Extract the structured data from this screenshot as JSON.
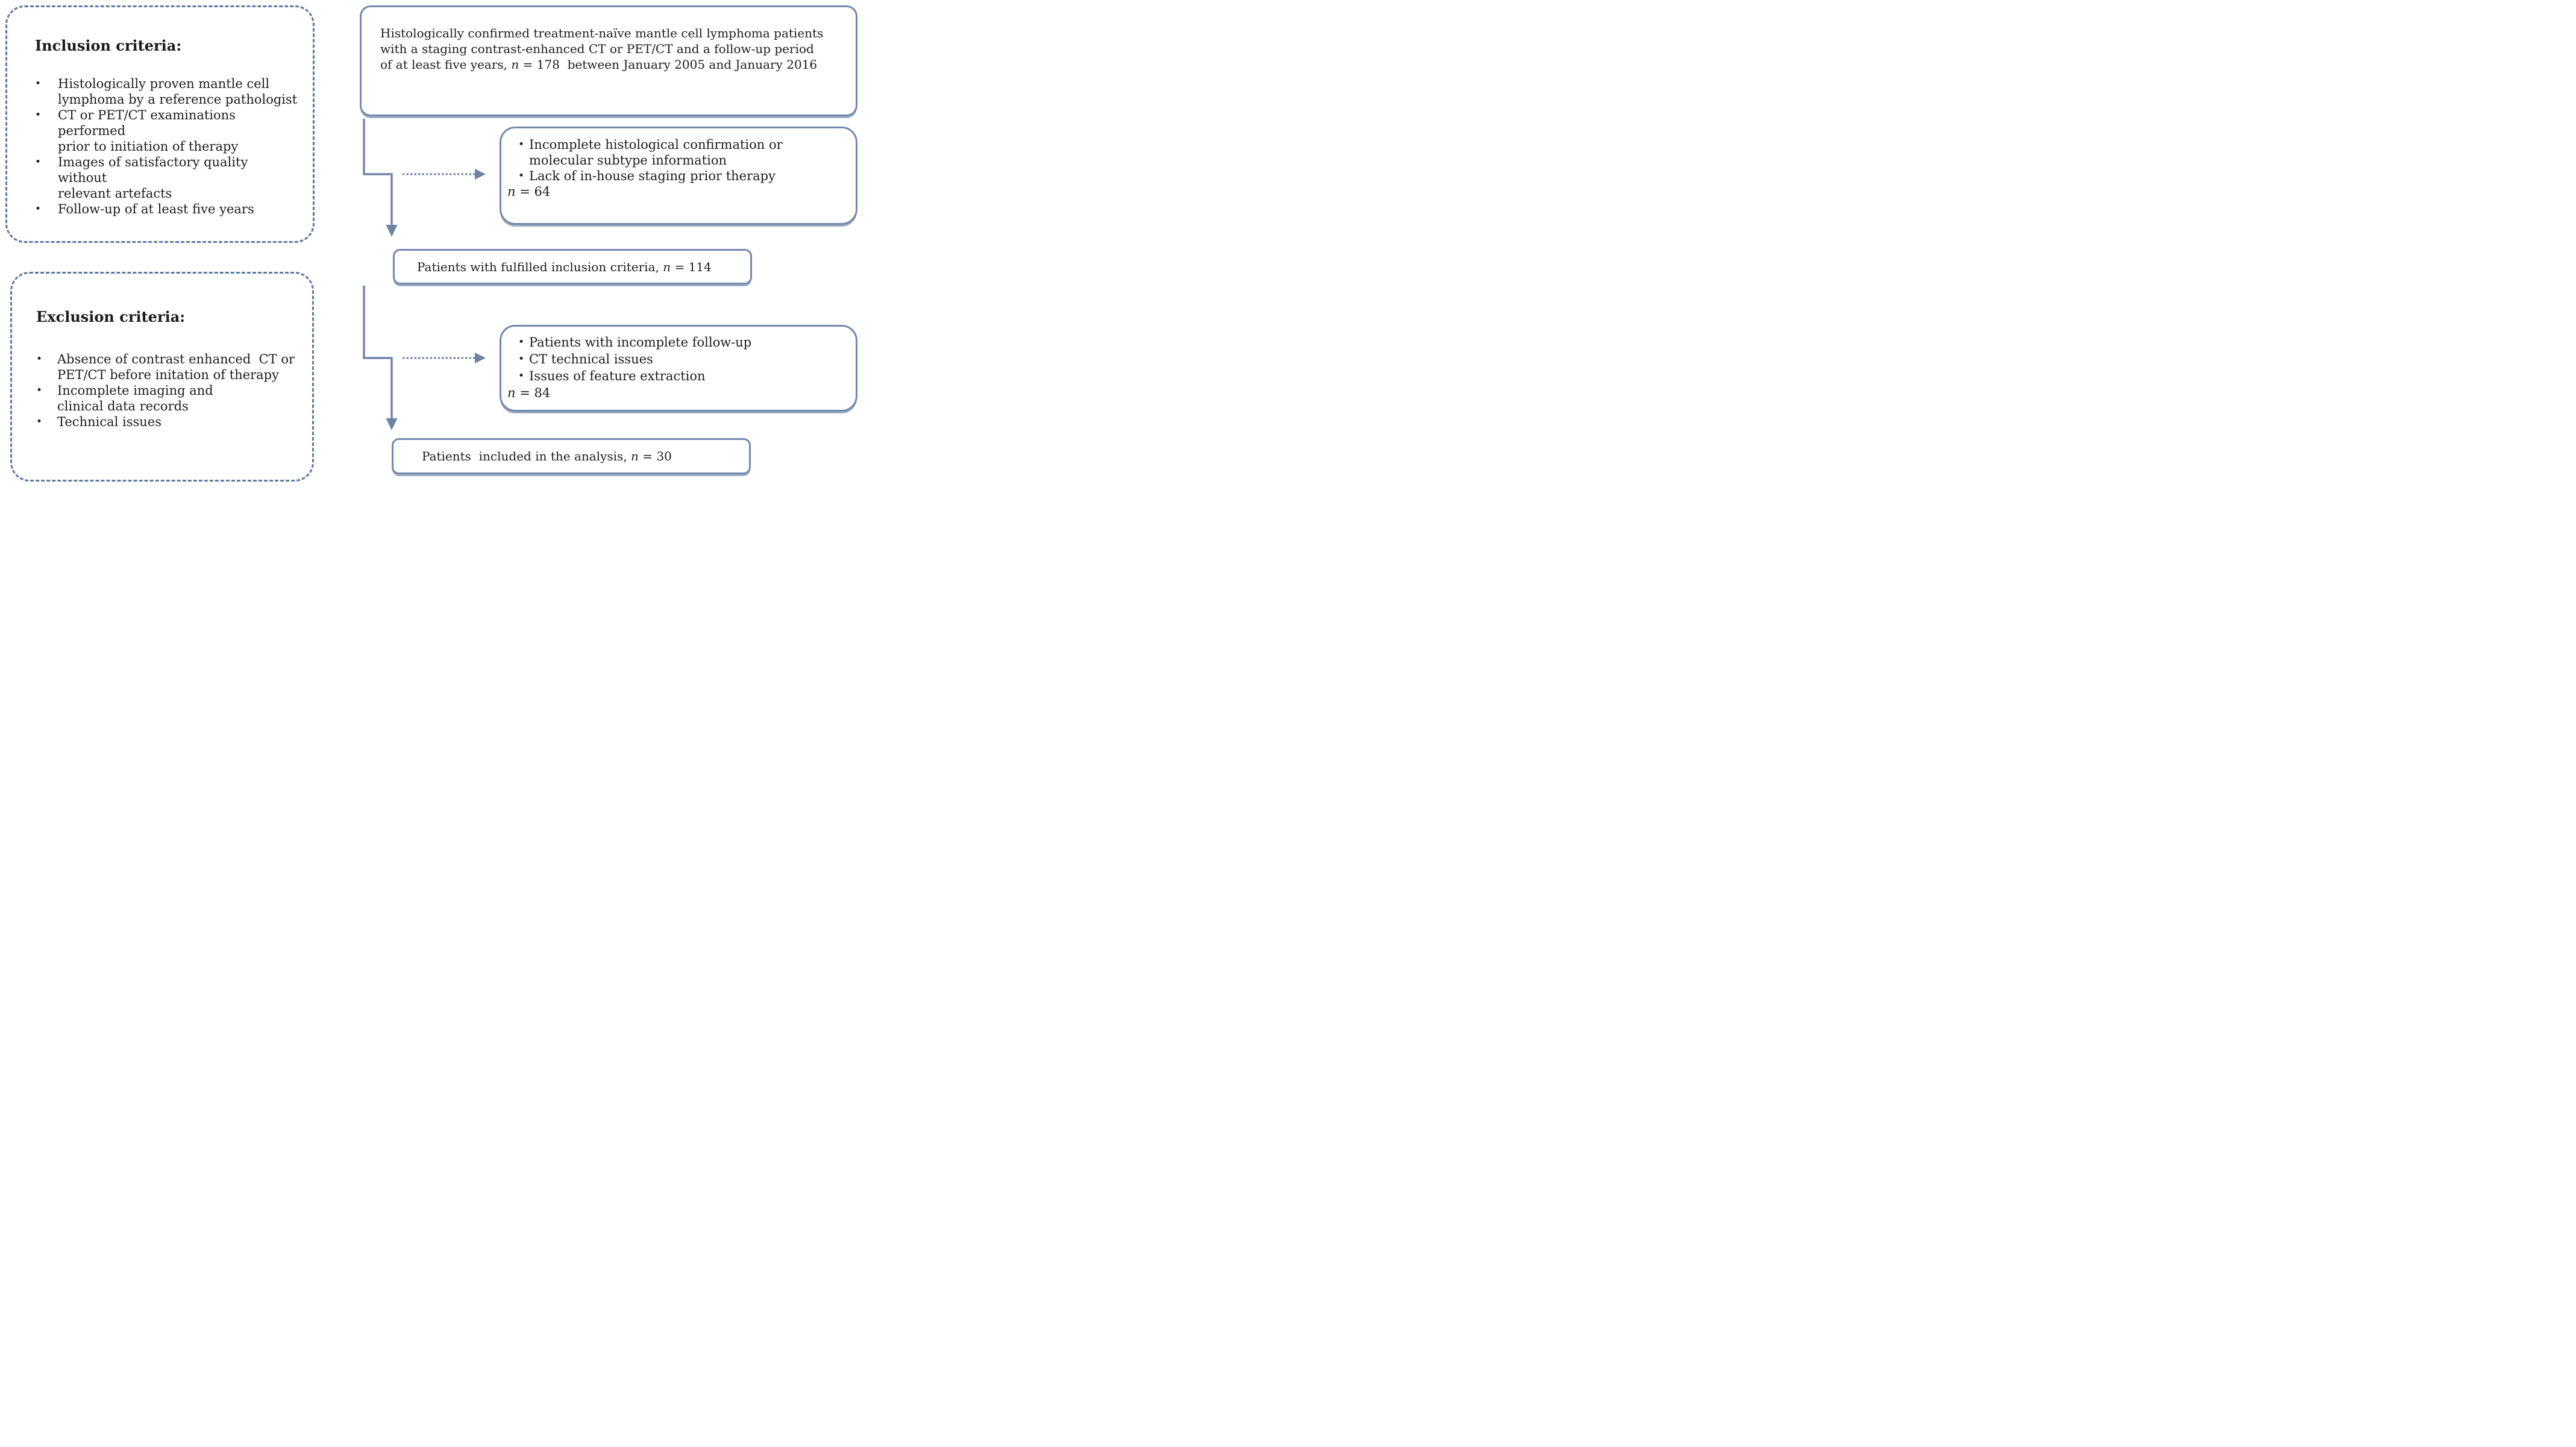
{
  "ui": {
    "bullet": "•"
  },
  "colors": {
    "solid_border": "#7289ab",
    "dashed_border": "#5c79a4",
    "arrow": "#6e84a6",
    "text": "#1c1c1c"
  },
  "inclusion_box": {
    "title": "Inclusion criteria:",
    "bullets": [
      "Histologically proven mantle cell\nlymphoma by a reference pathologist",
      "CT or PET/CT examinations performed\nprior to initiation of therapy",
      "Images of satisfactory quality without\nrelevant artefacts",
      "Follow-up of at least five years"
    ]
  },
  "exclusion_box": {
    "title": "Exclusion criteria:",
    "bullets": [
      "Absence of contrast enhanced  CT or\nPET/CT before initation of therapy",
      "Incomplete imaging and\nclinical data records",
      "Technical issues"
    ]
  },
  "flow": {
    "start_box": {
      "line1": "Histologically confirmed treatment-naïve mantle cell lymphoma patients",
      "line2": "with a staging contrast-enhanced CT or PET/CT and a follow-up period",
      "line3_pre": "of at least five years, ",
      "line3_var": "n",
      "line3_post": " = 178  between January 2005 and January 2016"
    },
    "excluded1_box": {
      "bullets": [
        "Incomplete histological confirmation or\nmolecular subtype information",
        "Lack of in-house staging prior therapy"
      ],
      "n_var": "n",
      "n_value": " = 64"
    },
    "fulfilled_box": {
      "pre": "Patients with fulfilled inclusion criteria, ",
      "var": "n",
      "post": " = 114"
    },
    "excluded2_box": {
      "bullets": [
        "Patients with incomplete follow-up",
        "CT technical issues",
        "Issues of feature extraction"
      ],
      "n_var": "n",
      "n_value": " = 84"
    },
    "final_box": {
      "pre": "Patients  included in the analysis, ",
      "var": "n",
      "post": " = 30"
    }
  }
}
